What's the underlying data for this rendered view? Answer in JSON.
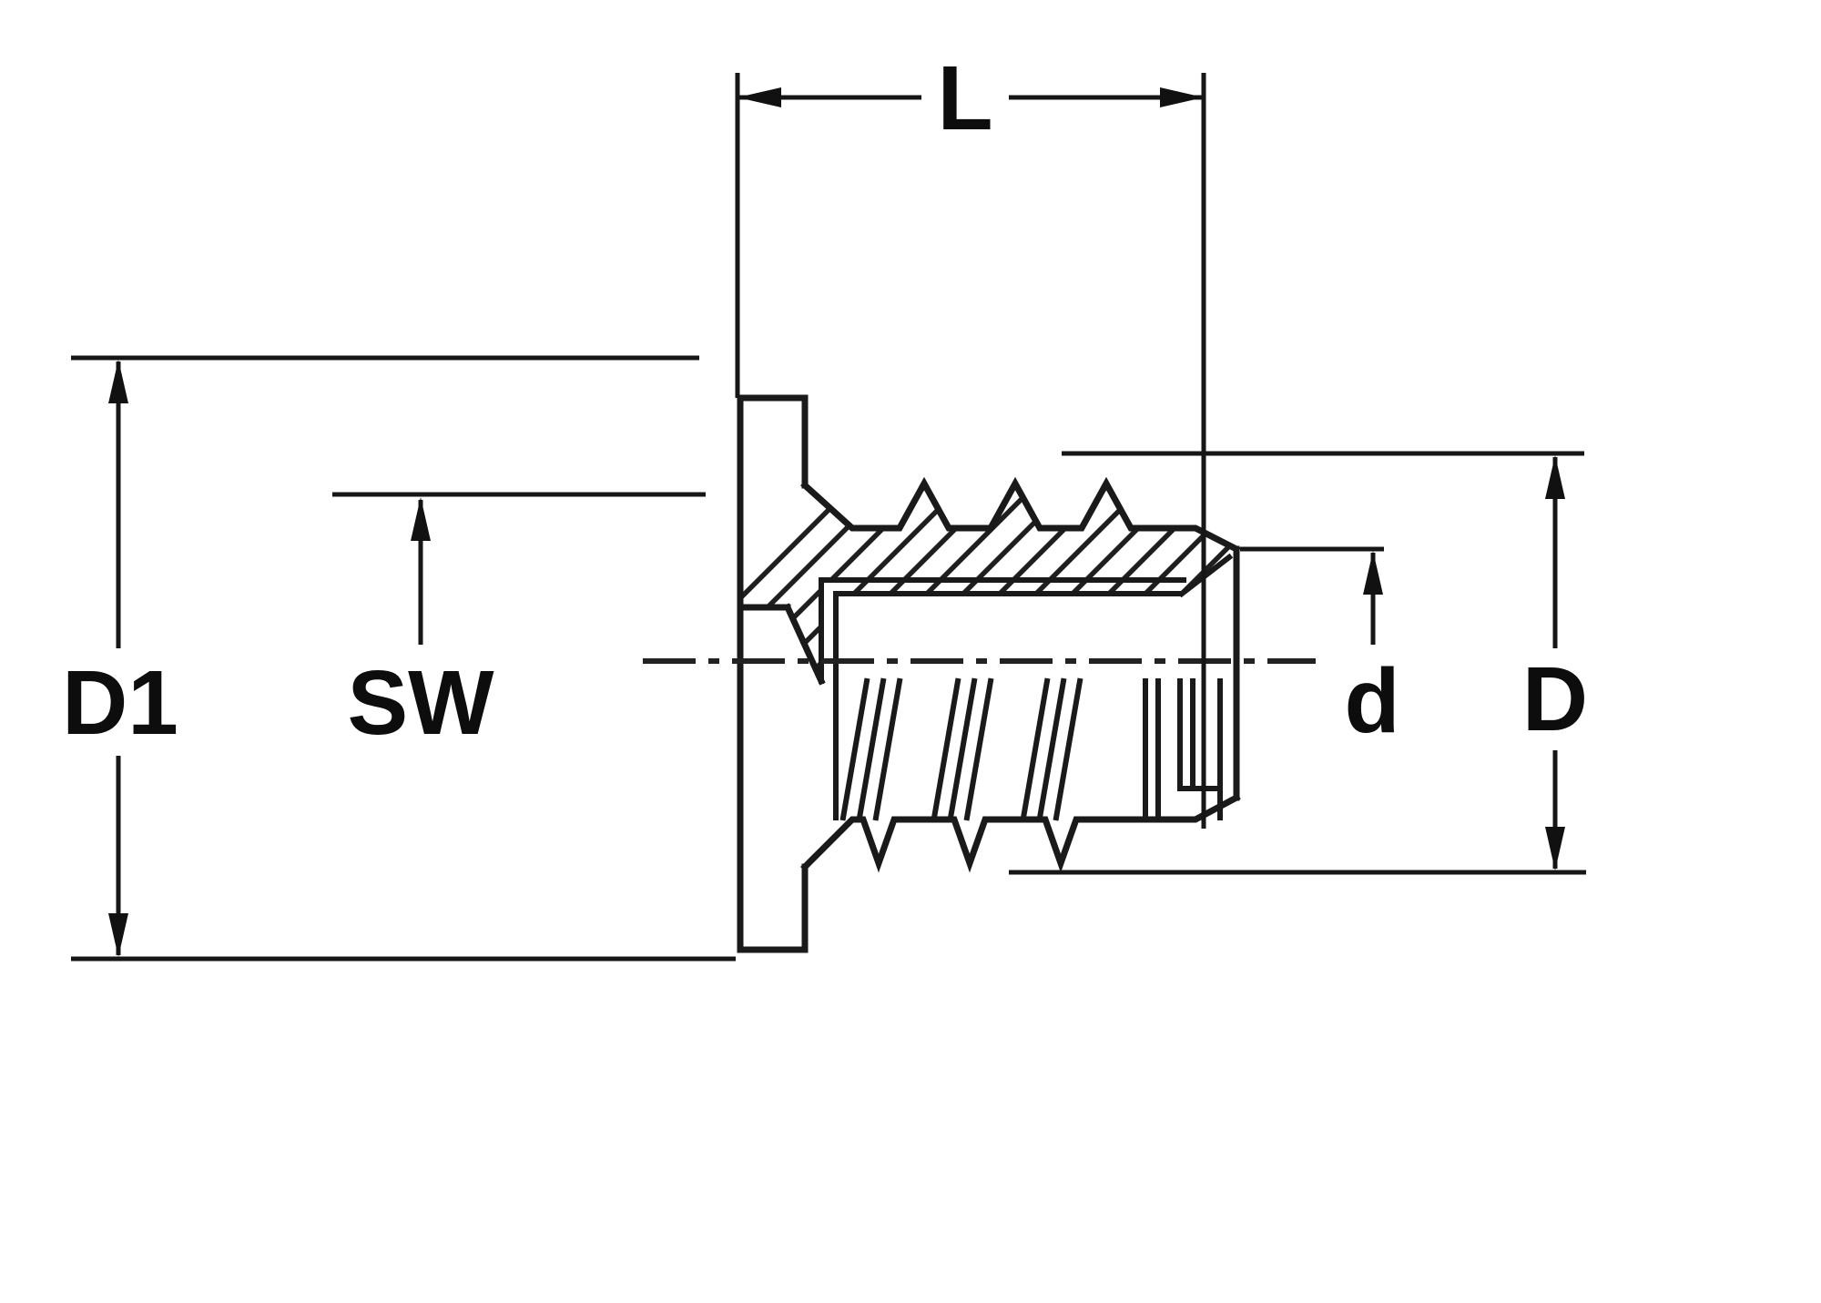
{
  "drawing": {
    "type": "technical-section-drawing",
    "part": "flanged-threaded-insert",
    "labels": {
      "L": "L",
      "D1": "D1",
      "SW": "SW",
      "d": "d",
      "D": "D"
    },
    "colors": {
      "line_color": "#1a1a1a",
      "label_color": "#0d0d0d",
      "background": "#ffffff"
    }
  }
}
